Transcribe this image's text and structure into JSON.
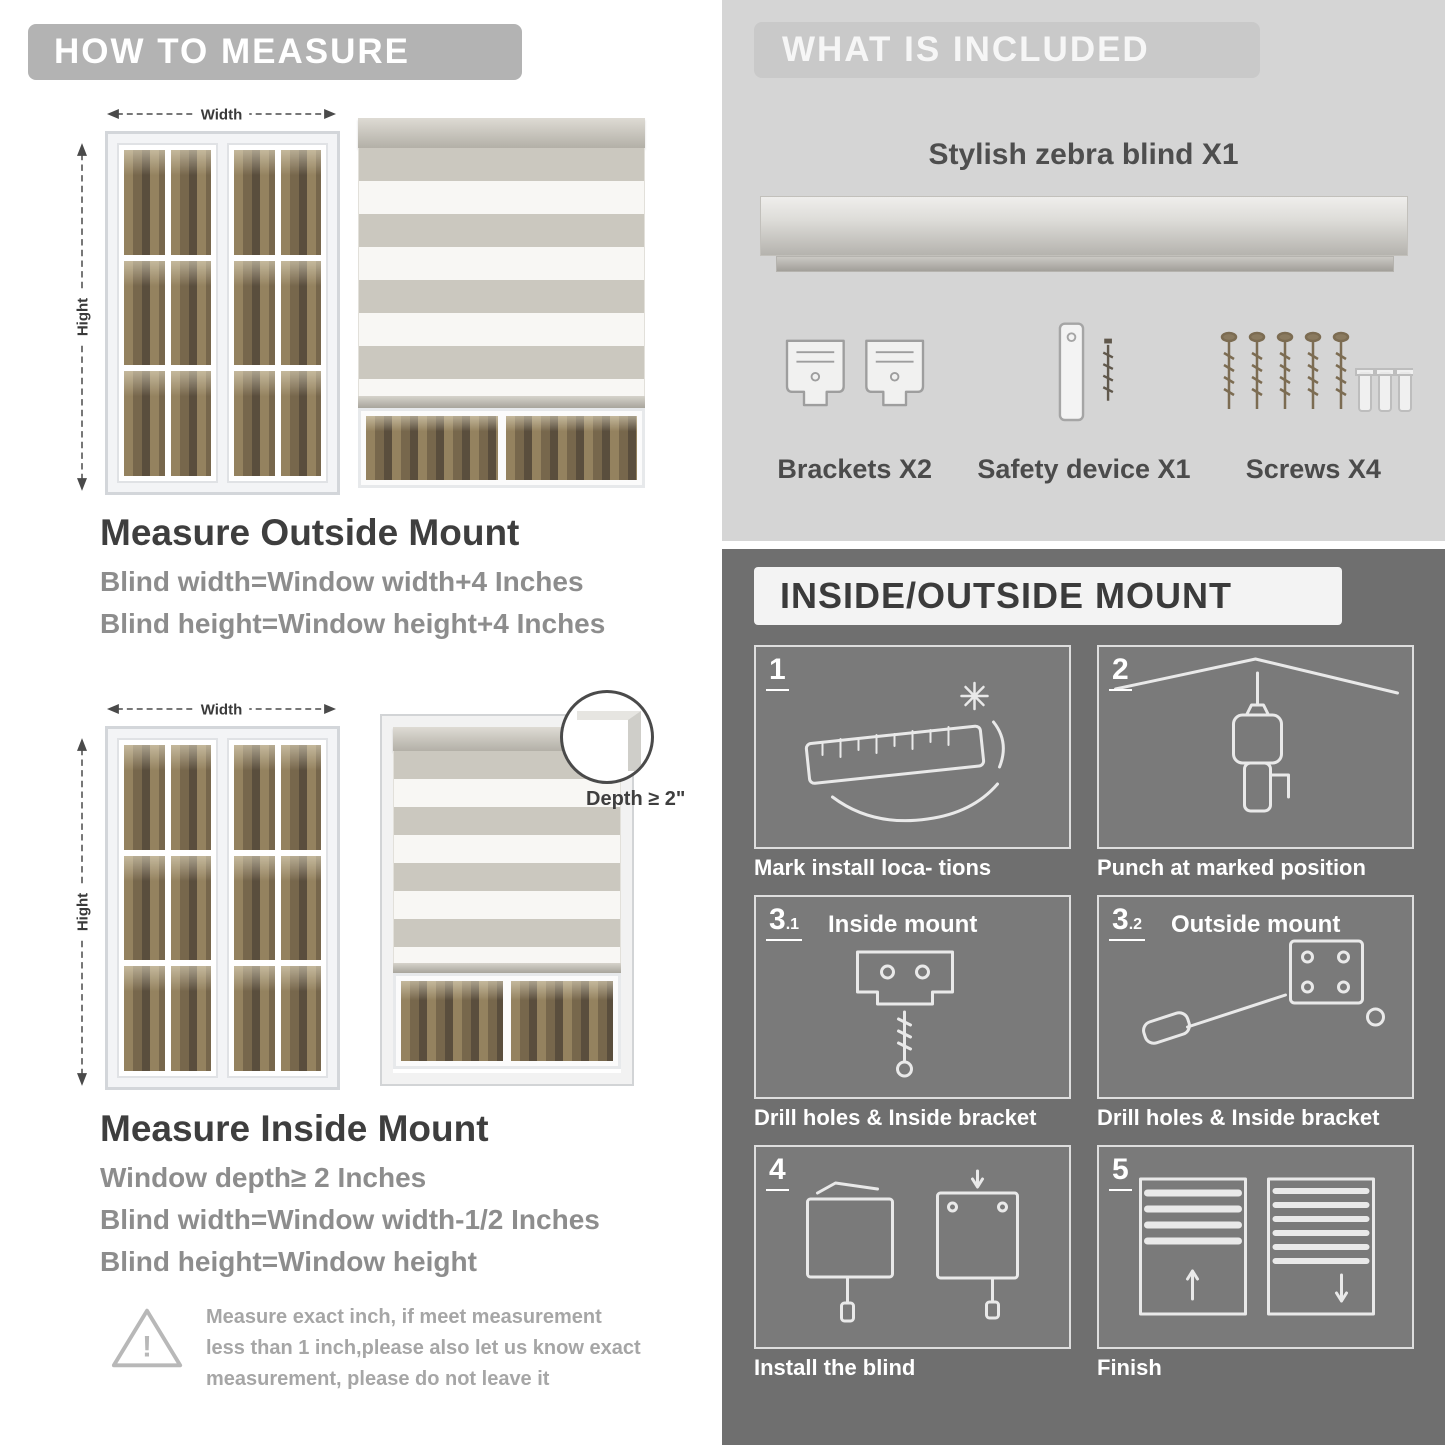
{
  "colors": {
    "banner_gray": "#b3b3b3",
    "included_bg": "#d5d5d5",
    "mount_bg": "#6f6f6f",
    "heading_text": "#3e3e3e",
    "formula_text": "#8d8d8d"
  },
  "left": {
    "banner": "HOW TO MEASURE",
    "labels": {
      "width": "Width",
      "height": "Hight",
      "depth": "Depth ≥ 2\""
    },
    "outside": {
      "heading": "Measure Outside Mount",
      "lines": [
        "Blind width=Window width+4 Inches",
        "Blind height=Window height+4 Inches"
      ]
    },
    "inside": {
      "heading": "Measure Inside Mount",
      "lines": [
        "Window depth≥ 2 Inches",
        "Blind width=Window width-1/2 Inches",
        "Blind height=Window height"
      ]
    },
    "warning": "Measure exact inch, if meet measurement less than 1 inch,please also let us know exact measurement, please do not leave it"
  },
  "right": {
    "included": {
      "banner": "WHAT IS INCLUDED",
      "product": "Stylish zebra blind X1",
      "items": [
        {
          "label": "Brackets X2"
        },
        {
          "label": "Safety device X1"
        },
        {
          "label": "Screws X4"
        }
      ]
    },
    "mount": {
      "banner": "INSIDE/OUTSIDE MOUNT",
      "steps": [
        {
          "num": "1",
          "caption": "Mark install loca- tions"
        },
        {
          "num": "2",
          "caption": "Punch at  marked position"
        },
        {
          "num": "3",
          "sub": ".1",
          "label": "Inside mount",
          "caption": "Drill holes &  Inside bracket"
        },
        {
          "num": "3",
          "sub": ".2",
          "label": "Outside mount",
          "caption": "Drill holes &  Inside bracket"
        },
        {
          "num": "4",
          "caption": "Install the blind"
        },
        {
          "num": "5",
          "caption": "Finish"
        }
      ]
    }
  }
}
